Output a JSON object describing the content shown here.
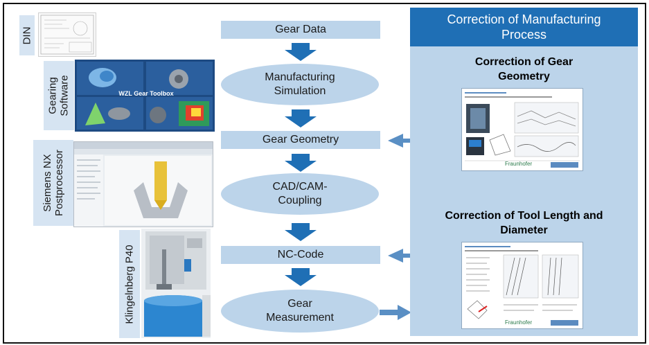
{
  "left_labels": {
    "din": "DIN",
    "gearing_line1": "Gearing",
    "gearing_line2": "Software",
    "siemens_line1": "Siemens NX",
    "siemens_line2": "Postprocessor",
    "klingelnberg": "Klingelnberg P40"
  },
  "thumbnails": {
    "gear_toolbox_title": "WZL Gear Toolbox"
  },
  "flow": {
    "gear_data": "Gear Data",
    "manufacturing_line1": "Manufacturing",
    "manufacturing_line2": "Simulation",
    "gear_geometry": "Gear Geometry",
    "cadcam_line1": "CAD/CAM-",
    "cadcam_line2": "Coupling",
    "nc_code": "NC-Code",
    "measurement_line1": "Gear",
    "measurement_line2": "Measurement"
  },
  "right_panel": {
    "title_line1": "Correction of Manufacturing",
    "title_line2": "Process",
    "section1_line1": "Correction of Gear",
    "section1_line2": "Geometry",
    "section2_line1": "Correction of Tool Length and",
    "section2_line2": "Diameter",
    "doc_logo_1": "Fraunhofer",
    "doc_logo_2": "Fraunhofer"
  },
  "colors": {
    "flow_fill": "#bcd4ea",
    "label_fill": "#d6e4f2",
    "arrow_blue": "#1f6fb5",
    "header_blue": "#1f6fb5",
    "connector_blue": "#5a8fc4"
  }
}
